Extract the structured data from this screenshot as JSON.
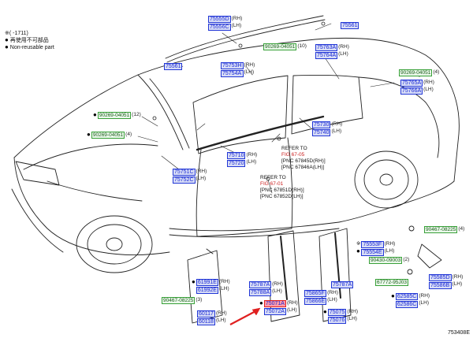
{
  "notes": {
    "year": "※( -1711)",
    "legend_new": "再使用不可部品",
    "legend_nonreuse": "Non-reusable part"
  },
  "labels": [
    {
      "id": "l1",
      "parts": [
        "75555D",
        "75556C"
      ],
      "sides": [
        "(RH)",
        "(LH)"
      ]
    },
    {
      "id": "l2",
      "parts": [
        "75561"
      ],
      "sides": []
    },
    {
      "id": "l3",
      "parts": [
        "75561"
      ],
      "sides": []
    },
    {
      "id": "l4",
      "parts": [
        "75753H",
        "75754A"
      ],
      "sides": [
        "(RH)",
        "(LH)"
      ]
    },
    {
      "id": "l5",
      "parts": [
        "75763A",
        "75764A"
      ],
      "sides": [
        "(RH)",
        "(LH)"
      ]
    },
    {
      "id": "l6",
      "parts": [
        "75765A",
        "75766A"
      ],
      "sides": [
        "(RH)",
        "(LH)"
      ]
    },
    {
      "id": "l7",
      "parts": [
        "75730",
        "75740"
      ],
      "sides": [
        "(RH)",
        "(LH)"
      ]
    },
    {
      "id": "l8",
      "parts": [
        "75710",
        "75720"
      ],
      "sides": [
        "(RH)",
        "(LH)"
      ]
    },
    {
      "id": "l9",
      "parts": [
        "75751C",
        "75752C"
      ],
      "sides": [
        "(RH)",
        "(LH)"
      ]
    },
    {
      "id": "l10",
      "parts": [
        "75553F",
        "75554E"
      ],
      "sides": [
        "(RH)",
        "(LH)"
      ],
      "prefix": "※"
    },
    {
      "id": "l11",
      "parts": [
        "75585D",
        "75586B"
      ],
      "sides": [
        "(RH)",
        "(LH)"
      ]
    },
    {
      "id": "l12",
      "parts": [
        "62585C",
        "62586C"
      ],
      "sides": [
        "(RH)",
        "(LH)"
      ]
    },
    {
      "id": "l13",
      "parts": [
        "75787A",
        "75788A"
      ],
      "sides": [
        "(RH)",
        "(LH)"
      ]
    },
    {
      "id": "l14",
      "parts": [
        "75071A",
        "75072A"
      ],
      "sides": [
        "(RH)",
        "(LH)"
      ],
      "highlight": 0
    },
    {
      "id": "l15",
      "parts": [
        "75865F",
        "75866E"
      ],
      "sides": [
        "(RH)",
        "(LH)"
      ]
    },
    {
      "id": "l16",
      "parts": [
        "75787A"
      ],
      "sides": []
    },
    {
      "id": "l17",
      "parts": [
        "75075",
        "75076"
      ],
      "sides": [
        "(RH)",
        "(LH)"
      ]
    },
    {
      "id": "l18",
      "parts": [
        "61991E",
        "61992E"
      ],
      "sides": [
        "(RH)",
        "(LH)"
      ]
    },
    {
      "id": "l19",
      "parts": [
        "60117",
        "60118"
      ],
      "sides": [
        "(RH)",
        "(LH)"
      ]
    }
  ],
  "green_labels": [
    {
      "id": "g1",
      "code": "90269-04051",
      "qty": "(10)"
    },
    {
      "id": "g2",
      "code": "90269-04051",
      "qty": "(4)"
    },
    {
      "id": "g3",
      "code": "90269-04051",
      "qty": "(12)"
    },
    {
      "id": "g4",
      "code": "90269-04051",
      "qty": "(4)"
    },
    {
      "id": "g5",
      "code": "90467-08225",
      "qty": "(4)"
    },
    {
      "id": "g6",
      "code": "90430-09003",
      "qty": "(2)"
    },
    {
      "id": "g7",
      "code": "67772-95J03",
      "qty": ""
    },
    {
      "id": "g8",
      "code": "90467-08225",
      "qty": "(3)"
    }
  ],
  "refs": [
    {
      "id": "r1",
      "lines": [
        "REFER TO",
        "FIG 67-05",
        "[PNC 67845D(RH)]",
        "[PNC 67846A(LH)]"
      ]
    },
    {
      "id": "r2",
      "lines": [
        "REFER TO",
        "FIG 67-01",
        "[PNC 67851D(RH)]",
        "[PNC 67852D(LH)]"
      ]
    }
  ],
  "figure_id": "753408E",
  "colors": {
    "part_fill": "#d7dcf6",
    "part_text": "#1c2bd6",
    "highlight": "#e02020",
    "code_green": "#38a038",
    "pointer": "#e02020"
  }
}
